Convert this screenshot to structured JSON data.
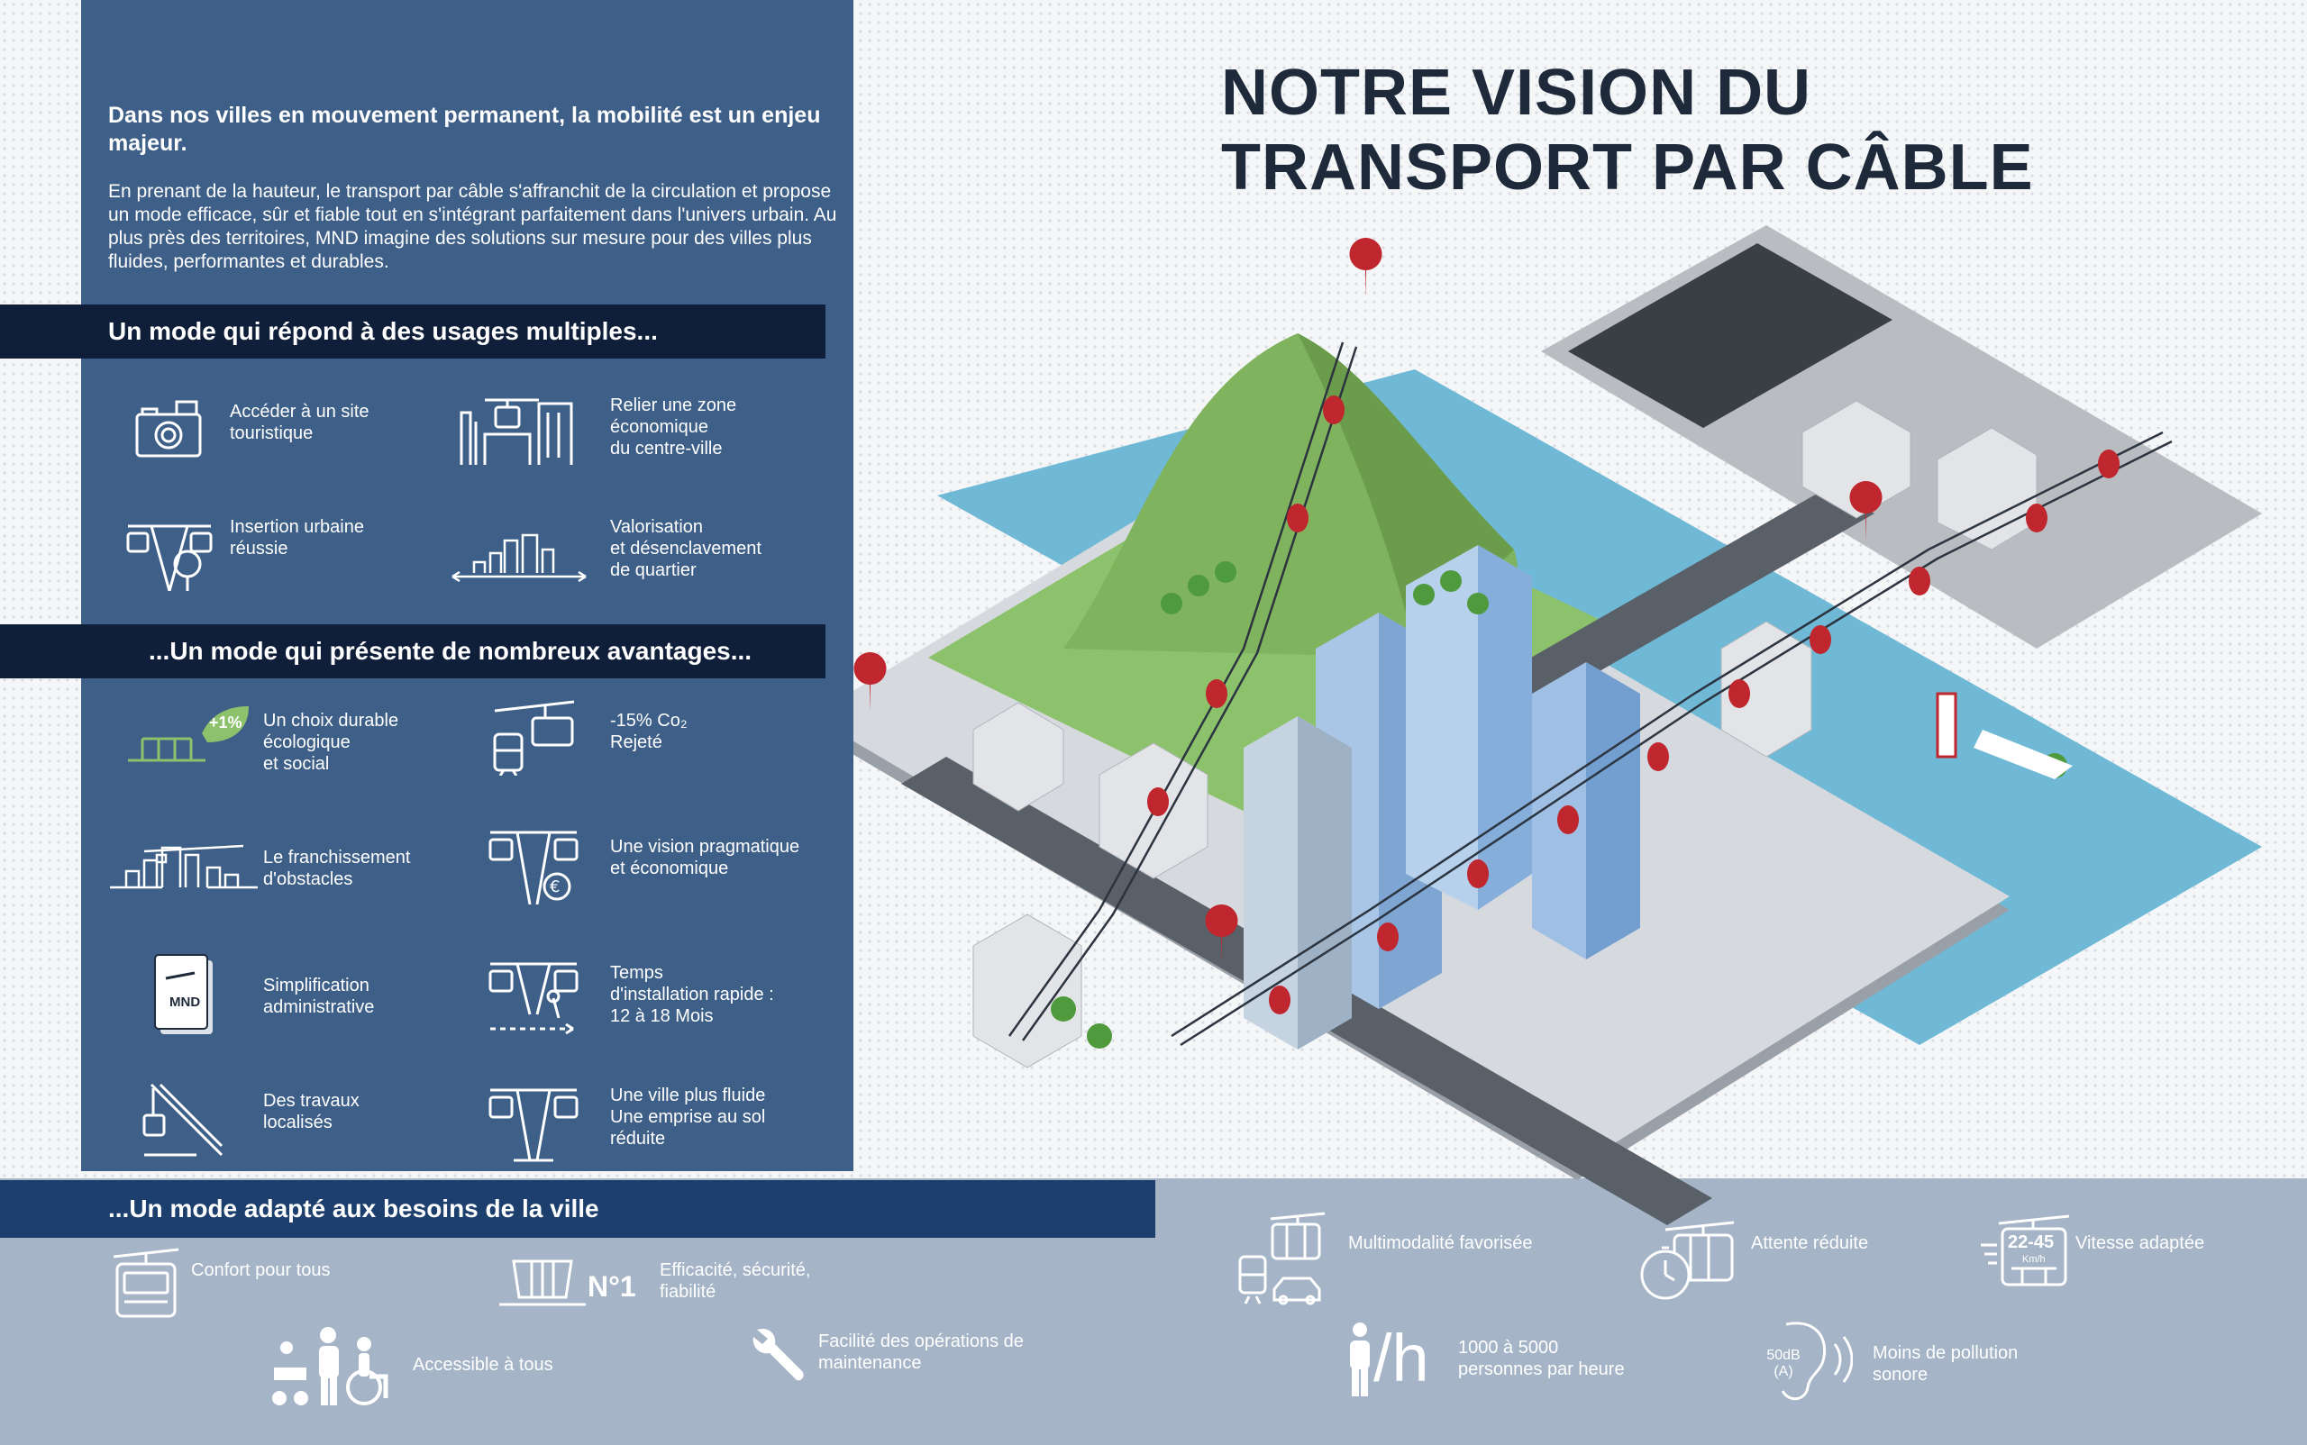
{
  "title": {
    "line1": "NOTRE VISION DU",
    "line2": "TRANSPORT PAR CÂBLE"
  },
  "intro": {
    "lead": "Dans nos villes en mouvement permanent, la mobilité est un enjeu majeur.",
    "body": "En prenant de la hauteur, le transport par câble s'affranchit de la circulation et propose un mode efficace, sûr et fiable tout en s'intégrant parfaitement dans l'univers urbain. Au plus près des territoires, MND imagine des solutions sur mesure pour des villes plus fluides, performantes et durables."
  },
  "sections": {
    "usages": "Un mode qui répond à des usages multiples...",
    "avantages": "...Un mode qui présente de nombreux avantages...",
    "besoins": "...Un mode adapté aux besoins de la ville"
  },
  "usages": [
    {
      "label": "Accéder à un site\ntouristique",
      "icon": "camera-icon"
    },
    {
      "label": "Relier une zone\néconomique\ndu centre-ville",
      "icon": "office-building-cabin-icon"
    },
    {
      "label": "Insertion urbaine\nréussie",
      "icon": "pylon-tree-icon"
    },
    {
      "label": "Valorisation\net désenclavement\nde quartier",
      "icon": "skyline-arrows-icon"
    }
  ],
  "avantages": [
    {
      "label": "Un choix durable\nécologique\net social",
      "icon": "eco-station-icon",
      "badge": "+1%"
    },
    {
      "label": "-15% Co₂\nRejeté",
      "icon": "cabin-tram-icon"
    },
    {
      "label": "Le franchissement\nd'obstacles",
      "icon": "skyline-crossing-icon"
    },
    {
      "label": "Une vision pragmatique\net économique",
      "icon": "pylon-euro-icon"
    },
    {
      "label": "Simplification\nadministrative",
      "icon": "document-icon",
      "doc_text": "MND"
    },
    {
      "label": "Temps\nd'installation rapide :\n12 à 18 Mois",
      "icon": "pylon-wrench-icon"
    },
    {
      "label": "Des travaux\nlocalisés",
      "icon": "crane-cabin-icon"
    },
    {
      "label": "Une ville plus fluide\nUne emprise au sol\nréduite",
      "icon": "pylon-cabins-icon"
    }
  ],
  "besoins": [
    {
      "label": "Confort pour tous",
      "icon": "cabin-comfort-icon"
    },
    {
      "label": "Efficacité, sécurité,\nfiabilité",
      "icon": "station-n1-icon",
      "badge": "N°1"
    },
    {
      "label": "Accessible à tous",
      "icon": "family-wheelchair-icon"
    },
    {
      "label": "Facilité des opérations de\nmaintenance",
      "icon": "wrench-icon"
    },
    {
      "label": "Multimodalité favorisée",
      "icon": "multimodal-icon"
    },
    {
      "label": "1000 à 5000\npersonnes par heure",
      "icon": "person-per-hour-icon",
      "glyph": "/h"
    },
    {
      "label": "Attente réduite",
      "icon": "stopwatch-cabin-icon"
    },
    {
      "label": "Moins de pollution\nsonore",
      "icon": "ear-noise-icon",
      "glyph": "50dB\n(A)"
    },
    {
      "label": "Vitesse adaptée",
      "icon": "speed-cabin-icon",
      "glyph": "22-45",
      "unit": "Km/h"
    }
  ],
  "colors": {
    "panel": "#3e5f87",
    "band": "#0f1f3a",
    "band_bottom": "#1c3f6d",
    "bottom": "#a5b4c6",
    "title": "#1e2a3a",
    "cabin_red": "#c0262d",
    "water": "#6fb9d6",
    "grass": "#8cc26b"
  }
}
